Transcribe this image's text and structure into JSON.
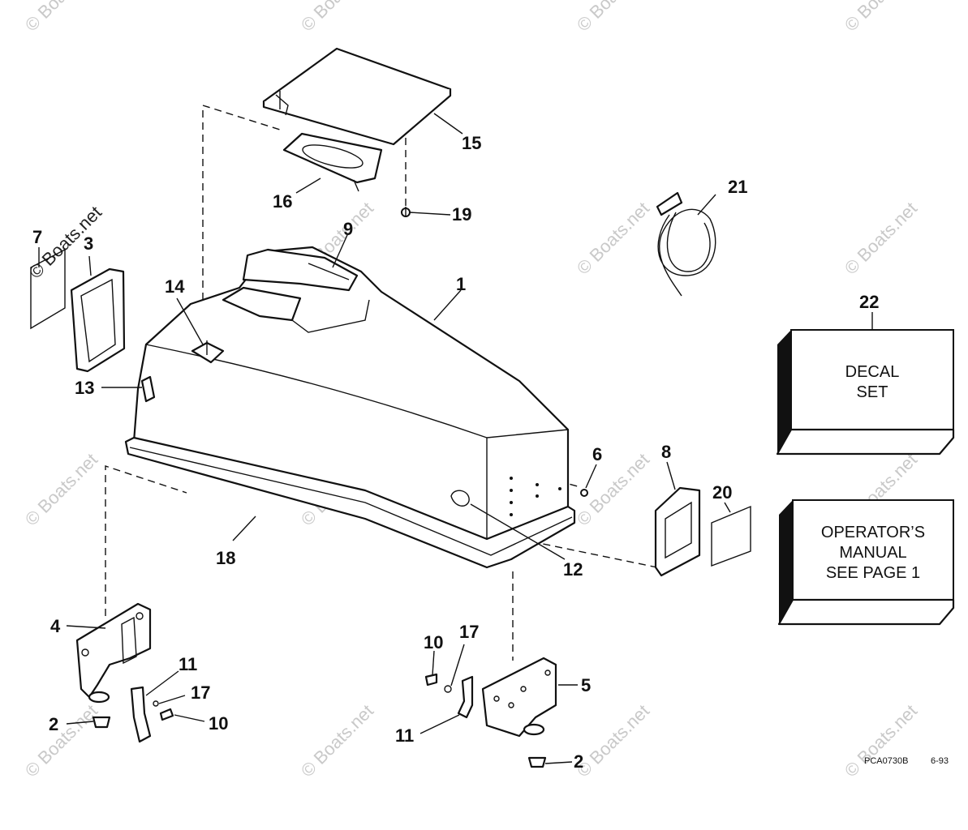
{
  "watermark": "© Boats.net",
  "callouts": {
    "c1": "1",
    "c2a": "2",
    "c2b": "2",
    "c3": "3",
    "c4": "4",
    "c5": "5",
    "c6": "6",
    "c7": "7",
    "c8": "8",
    "c9": "9",
    "c10a": "10",
    "c10b": "10",
    "c11a": "11",
    "c11b": "11",
    "c12": "12",
    "c13": "13",
    "c14": "14",
    "c15": "15",
    "c16": "16",
    "c17a": "17",
    "c17b": "17",
    "c18": "18",
    "c19": "19",
    "c20": "20",
    "c21": "21",
    "c22": "22"
  },
  "decal_box": {
    "line1": "DECAL",
    "line2": "SET"
  },
  "manual_box": {
    "line1": "OPERATOR’S",
    "line2": "MANUAL",
    "line3": "SEE PAGE 1"
  },
  "footer": {
    "code": "PCA0730B",
    "date": "6-93"
  }
}
